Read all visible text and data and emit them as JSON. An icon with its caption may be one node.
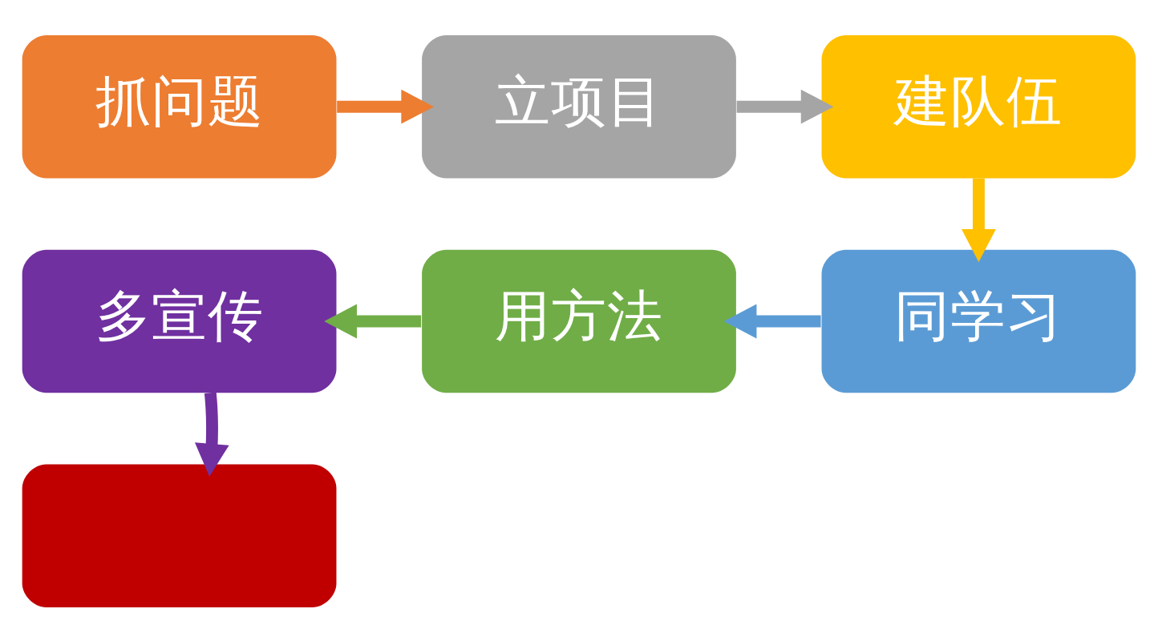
{
  "diagram": {
    "nodes": [
      {
        "text": [
          "抓问题"
        ]
      },
      {
        "text": [
          "立项目"
        ]
      },
      {
        "text": [
          "建队伍"
        ]
      },
      {
        "text": [
          "同学习"
        ]
      },
      {
        "text": [
          "用方法"
        ]
      },
      {
        "text": [
          "多宣传"
        ]
      },
      {
        "text": [],
        "shape": "box"
      }
    ],
    "edges": [
      {
        "from": 0,
        "to": 1,
        "arrow": "to",
        "color": "#ed7d31"
      },
      {
        "from": 1,
        "to": 2,
        "arrow": "to",
        "color": "#a5a5a5"
      },
      {
        "from": 2,
        "to": 3,
        "arrow": "to",
        "color": "#ffc000"
      },
      {
        "from": 3,
        "to": 4,
        "arrow": "to",
        "color": "#5b9bd5"
      },
      {
        "from": 4,
        "to": 5,
        "arrow": "to",
        "color": "#70ad47"
      },
      {
        "from": 5,
        "to": 6,
        "arrow": "to",
        "color": "#7030a0"
      }
    ]
  }
}
